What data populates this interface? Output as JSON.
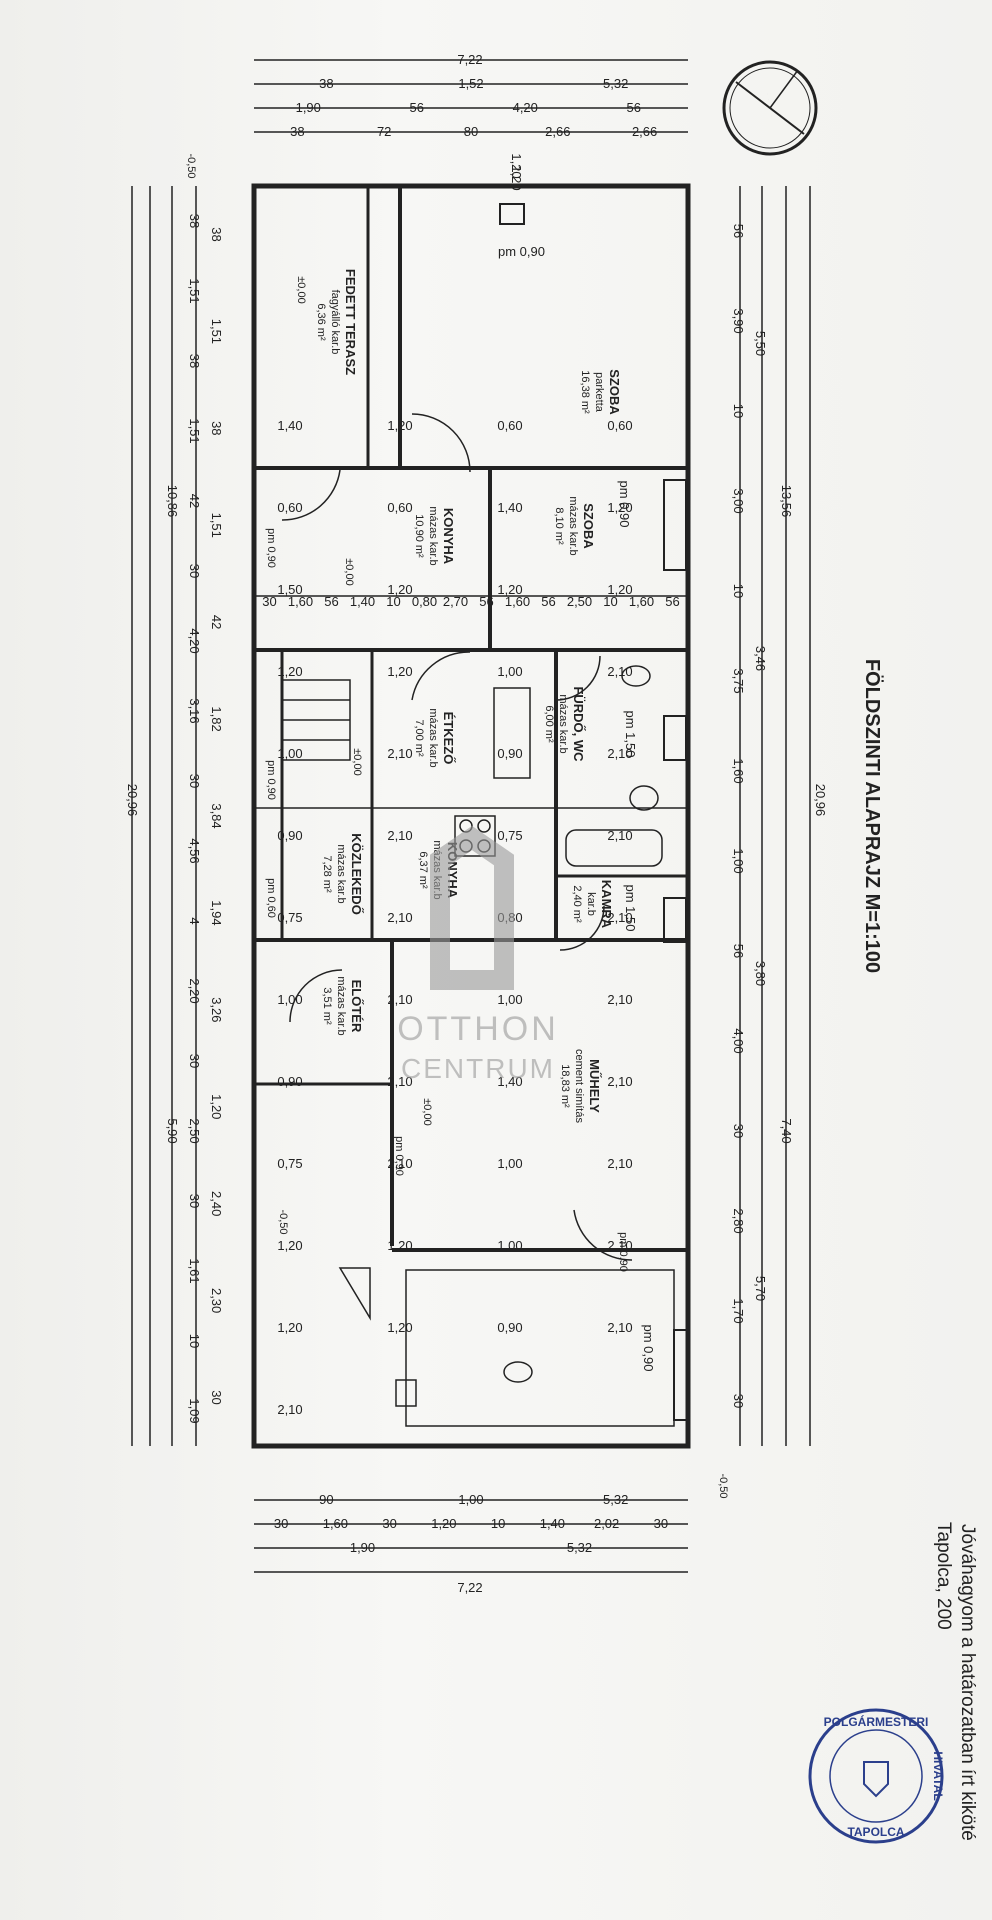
{
  "title": "FÖLDSZINTI ALAPRAJZ M=1:100",
  "rooms": {
    "terasz": {
      "name": "FEDETT TERASZ",
      "floor": "fagyálló kar.b",
      "area": "6,36 m²"
    },
    "szoba1": {
      "name": "SZOBA",
      "floor": "parketta",
      "area": "16,38 m²"
    },
    "konyha1": {
      "name": "KONYHA",
      "floor": "mázas kar.b",
      "area": "10,90 m²"
    },
    "szoba2": {
      "name": "SZOBA",
      "floor": "mázas kar.b",
      "area": "8,10 m²"
    },
    "etkezo": {
      "name": "ÉTKEZŐ",
      "floor": "mázas kar.b",
      "area": "7,00 m²"
    },
    "furdo": {
      "name": "FÜRDŐ, WC",
      "floor": "mázas kar.b",
      "area": "6,00 m²"
    },
    "kozlekedo": {
      "name": "KÖZLEKEDŐ",
      "floor": "mázas kar.b",
      "area": "7,28 m²"
    },
    "konyha2": {
      "name": "KONYHA",
      "floor": "mázas kar.b",
      "area": "6,37 m²"
    },
    "kamra": {
      "name": "KAMRA",
      "floor": "kar.b",
      "area": "2,40 m²"
    },
    "eloter": {
      "name": "ELŐTÉR",
      "floor": "mázas kar.b",
      "area": "3,51 m²"
    },
    "muhely": {
      "name": "MŰHELY",
      "floor": "cement simítás",
      "area": "18,83 m²"
    }
  },
  "levels": {
    "pm090_a": "pm 0,90",
    "pm090_b": "pm 0,90",
    "pm150_a": "pm 1,50",
    "pm150_b": "pm 1,50",
    "pm090_c": "pm 0,90",
    "pm090_w1": "pm 0,90",
    "pm090_w2": "pm 0,90",
    "pm060_w": "pm 0,60",
    "pm090_w3": "pm 0,90",
    "pm090_w4": "pm 0,90",
    "spot_a": "±0,00",
    "spot_b": "±0,00",
    "spot_c": "±0,00",
    "spot_d": "±0,00",
    "spot_e": "-0,50",
    "spot_f": "-0,50",
    "spot_g": "-0,50"
  },
  "dims": {
    "top_total": "7,22",
    "top_r2": [
      "38",
      "1,52",
      "5,32"
    ],
    "top_r3": [
      "1,90",
      "56",
      "4,20",
      "56"
    ],
    "top_r4": [
      "38",
      "72",
      "80",
      "2,66",
      "2,66"
    ],
    "top_win": [
      "1,20",
      "1,20"
    ],
    "bot_r1": [
      "90",
      "1,00",
      "5,32"
    ],
    "bot_r2": [
      "30",
      "1,60",
      "30",
      "1,20",
      "10",
      "1,40",
      "2,02",
      "30"
    ],
    "bot_r3": [
      "1,90",
      "5,32"
    ],
    "bot_total": "7,22",
    "left_outer": [
      "20,96"
    ],
    "left_mid": [
      "10,86",
      "5,90"
    ],
    "left_in": [
      "38",
      "1,51",
      "38",
      "1,51",
      "42",
      "30",
      "4,20",
      "3,16",
      "30",
      "4,56",
      "4",
      "2,20",
      "30",
      "2,50",
      "30",
      "1,61",
      "10",
      "1,09"
    ],
    "left_inner": [
      "38",
      "1,51",
      "38",
      "1,51",
      "42",
      "1,82",
      "3,84",
      "1,94",
      "3,26",
      "1,20",
      "2,40",
      "2,30",
      "30"
    ],
    "right_outer": [
      "20,96"
    ],
    "right_mid": [
      "13,56",
      "7,40"
    ],
    "right_in": [
      "5,50",
      "3,46",
      "3,80",
      "5,70"
    ],
    "right_inner": [
      "56",
      "3,90",
      "10",
      "3,00",
      "10",
      "3,75",
      "1,60",
      "1,00",
      "56",
      "4,00",
      "30",
      "2,80",
      "1,70",
      "30"
    ],
    "inner_h": [
      "30",
      "1,60",
      "56",
      "1,40",
      "10",
      "0,80",
      "2,70",
      "56",
      "1,60",
      "56",
      "2,50",
      "10",
      "1,60",
      "56"
    ],
    "openings": [
      "1,40",
      "1,20",
      "0,60",
      "0,60",
      "0,60",
      "0,60",
      "1,40",
      "1,20",
      "1,50",
      "1,20",
      "1,20",
      "1,20",
      "1,20",
      "1,20",
      "1,00",
      "2,10",
      "1,00",
      "2,10",
      "0,90",
      "2,10",
      "0,90",
      "2,10",
      "0,75",
      "2,10",
      "0,75",
      "2,10",
      "0,80",
      "2,10",
      "1,00",
      "2,10",
      "1,00",
      "2,10",
      "0,90",
      "2,10",
      "1,40",
      "2,10",
      "0,75",
      "2,10",
      "1,00",
      "2,10",
      "1,20",
      "1,20",
      "1,00",
      "2,10",
      "1,20",
      "1,20",
      "0,90",
      "2,10",
      "2,10"
    ]
  },
  "watermark": {
    "line1": "OTTHON",
    "line2": "CENTRUM"
  },
  "approval": {
    "line1": "Jóváhagyom a határozatban írt kiköté",
    "line2": "Tapolca, 200",
    "stamp_top": "POLGÁRMESTERI",
    "stamp_bottom": "TAPOLCA",
    "stamp_right": "HIVATAL"
  },
  "colors": {
    "ink": "#222222",
    "stamp": "#2b3f8c",
    "watermark": "#9a9a9a"
  }
}
